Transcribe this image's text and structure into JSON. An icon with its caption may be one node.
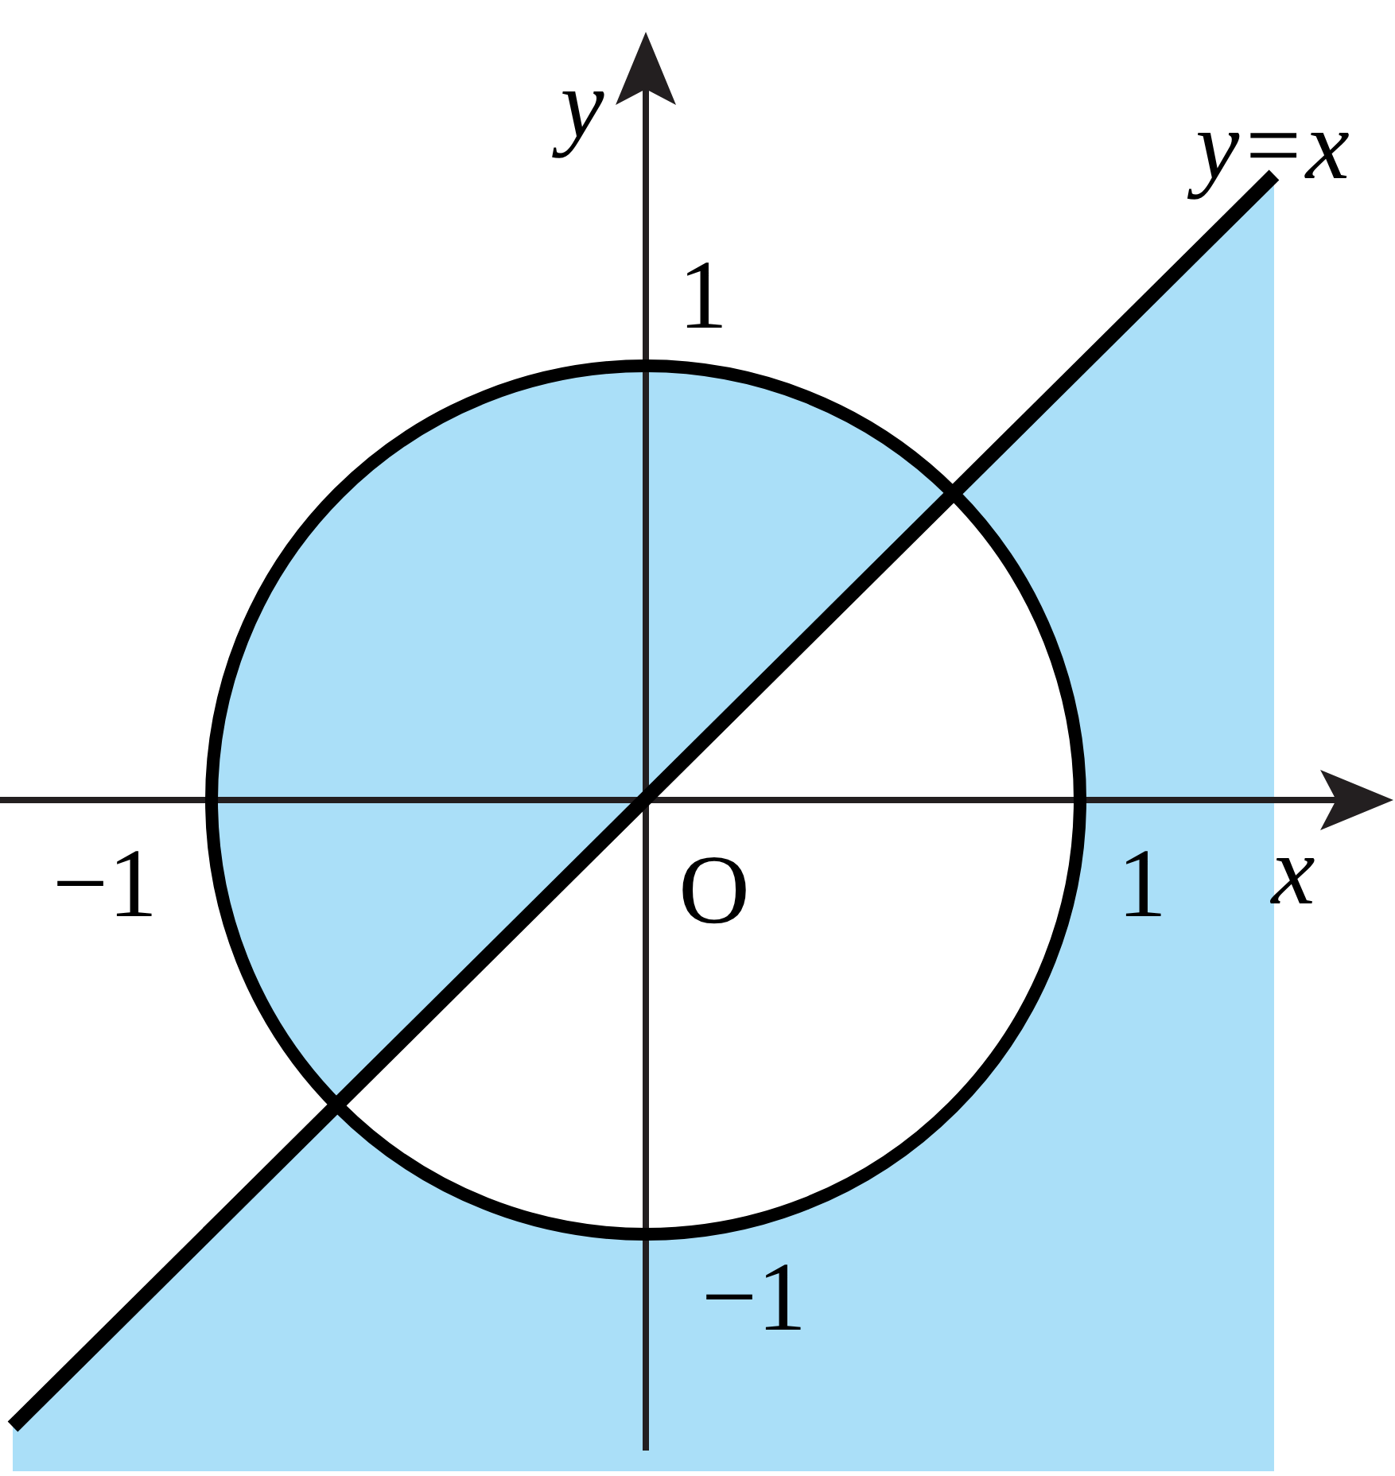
{
  "diagram": {
    "labels": [
      "y",
      "y=x",
      "1",
      "−1",
      "O",
      "1",
      "x",
      "−1"
    ]
  }
}
